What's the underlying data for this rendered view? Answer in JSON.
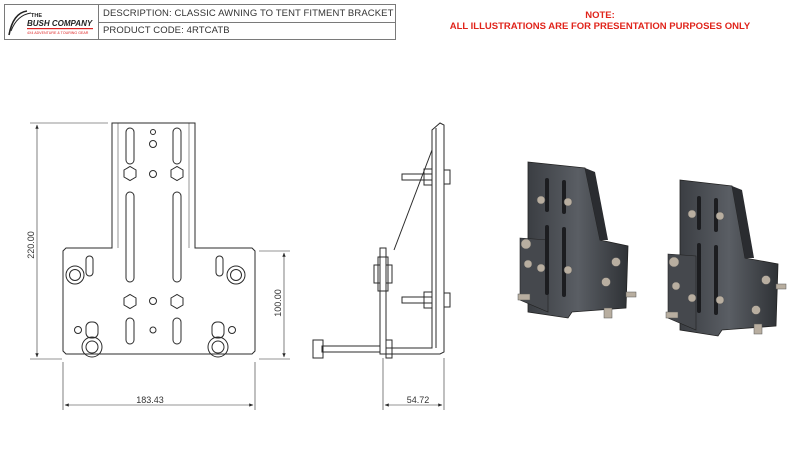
{
  "title_block": {
    "logo_line1": "THE",
    "logo_line2": "BUSH COMPANY",
    "logo_tagline": "4X4 ADVENTURE & TOURING GEAR",
    "description": "DESCRIPTION: CLASSIC AWNING TO TENT FITMENT BRACKET",
    "product_code": "PRODUCT CODE: 4RTCATB"
  },
  "note": {
    "heading": "NOTE:",
    "text": "ALL ILLUSTRATIONS ARE FOR PRESENTATION PURPOSES ONLY"
  },
  "dimensions": {
    "height_total": "220.00",
    "height_lower": "100.00",
    "width_total": "183.43",
    "depth_total": "54.72"
  },
  "colors": {
    "note_red": "#e0241b",
    "line": "#2b2b2b",
    "bracket_dark": "#4a4d52",
    "bolt_metal": "#b8aea0"
  }
}
